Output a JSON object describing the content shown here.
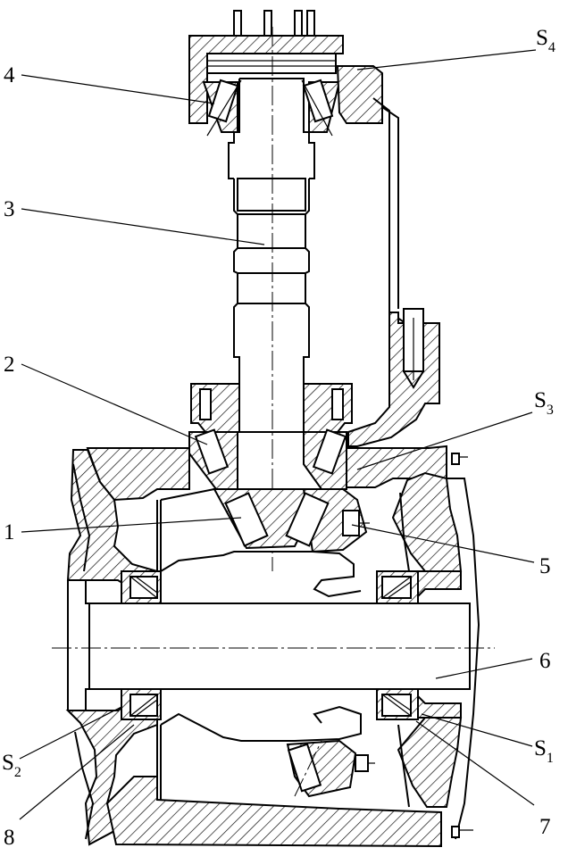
{
  "labels": {
    "part_1": "1",
    "part_2": "2",
    "part_3": "3",
    "part_4": "4",
    "part_5": "5",
    "part_6": "6",
    "part_7": "7",
    "part_8": "8",
    "s4_main": "S",
    "s4_sub": "4",
    "s3_main": "S",
    "s3_sub": "3",
    "s2_main": "S",
    "s2_sub": "2",
    "s1_main": "S",
    "s1_sub": "1"
  },
  "colors": {
    "line": "#000000",
    "background": "#ffffff"
  }
}
